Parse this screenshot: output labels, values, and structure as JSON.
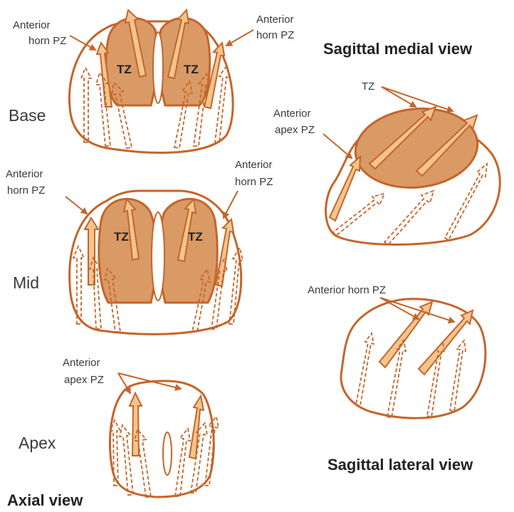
{
  "colors": {
    "outline": "#C5652A",
    "tz_fill": "#D99A66",
    "arrow_fill": "#F2C48E",
    "text": "#3a3a3a"
  },
  "axial": {
    "base": {
      "level": "Base",
      "left_label": [
        "Anterior",
        "horn PZ"
      ],
      "right_label": [
        "Anterior",
        "horn PZ"
      ],
      "tz_left": "TZ",
      "tz_right": "TZ"
    },
    "mid": {
      "level": "Mid",
      "left_label": [
        "Anterior",
        "horn PZ"
      ],
      "right_label": [
        "Anterior",
        "horn PZ"
      ],
      "tz_left": "TZ",
      "tz_right": "TZ"
    },
    "apex": {
      "level": "Apex",
      "label": [
        "Anterior",
        "apex PZ"
      ]
    },
    "view_title": "Axial view"
  },
  "sagittal_medial": {
    "title": "Sagittal medial view",
    "tz_label": "TZ",
    "apex_label": [
      "Anterior",
      "apex PZ"
    ]
  },
  "sagittal_lateral": {
    "title": "Sagittal lateral view",
    "label": "Anterior horn PZ"
  }
}
